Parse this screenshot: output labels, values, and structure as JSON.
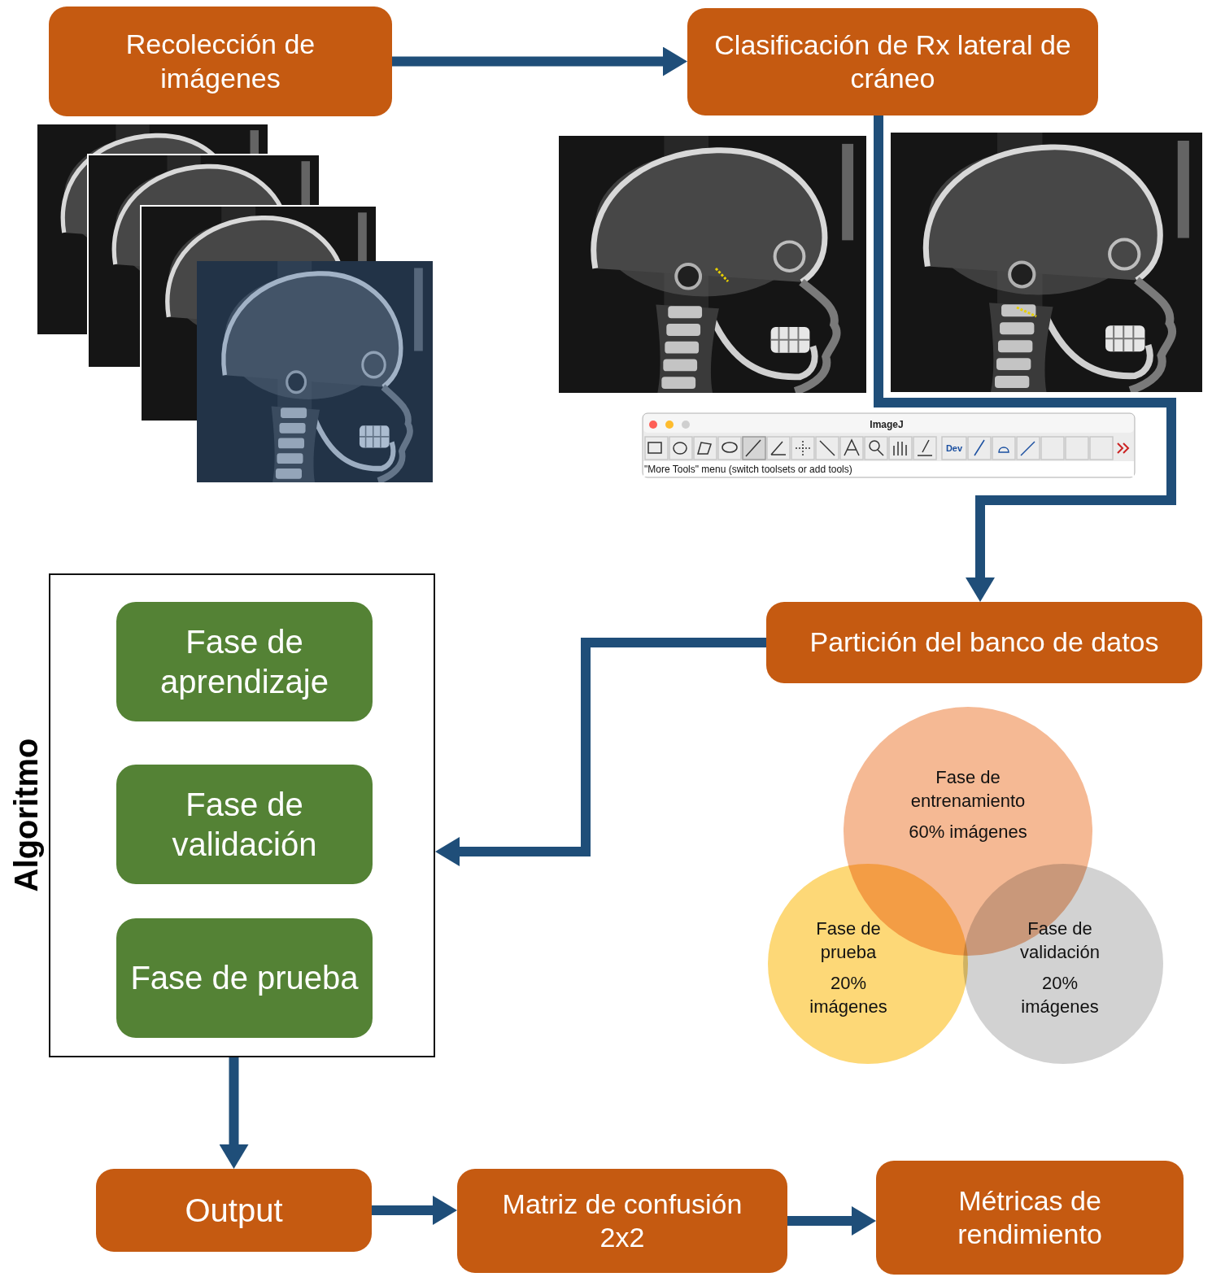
{
  "diagram": {
    "nodes": [
      {
        "text": [
          "Recolección de imágenes"
        ]
      },
      {
        "text": [
          "Clasificación de Rx lateral de cráneo"
        ]
      },
      {
        "text": [
          "Partición del banco de datos"
        ]
      },
      {
        "text": [
          "Fase de entrenamiento",
          "60% imágenes"
        ]
      },
      {
        "text": [
          "Fase de prueba",
          "20% imágenes"
        ]
      },
      {
        "text": [
          "Fase de validación",
          "20% imágenes"
        ]
      },
      {
        "text": [
          "Algoritmo"
        ]
      },
      {
        "text": [
          "Fase de aprendizaje"
        ],
        "in": 6
      },
      {
        "text": [
          "Fase de validación"
        ],
        "in": 6
      },
      {
        "text": [
          "Fase de prueba"
        ],
        "in": 6
      },
      {
        "text": [
          "Output"
        ]
      },
      {
        "text": [
          "Matriz de confusión 2x2"
        ]
      },
      {
        "text": [
          "Métricas de rendimiento"
        ]
      }
    ],
    "edges": [
      {
        "from": 0,
        "to": 1,
        "arrow": "to"
      },
      {
        "from": 1,
        "to": 2,
        "arrow": "to"
      },
      {
        "from": 2,
        "to": 6,
        "arrow": "to"
      },
      {
        "from": 6,
        "to": 10,
        "arrow": "to"
      },
      {
        "from": 10,
        "to": 11,
        "arrow": "to"
      },
      {
        "from": 11,
        "to": 12,
        "arrow": "to"
      }
    ],
    "labels": [
      "ImageJ",
      "Dev",
      "\"More Tools\" menu (switch toolsets or add tools)"
    ]
  }
}
